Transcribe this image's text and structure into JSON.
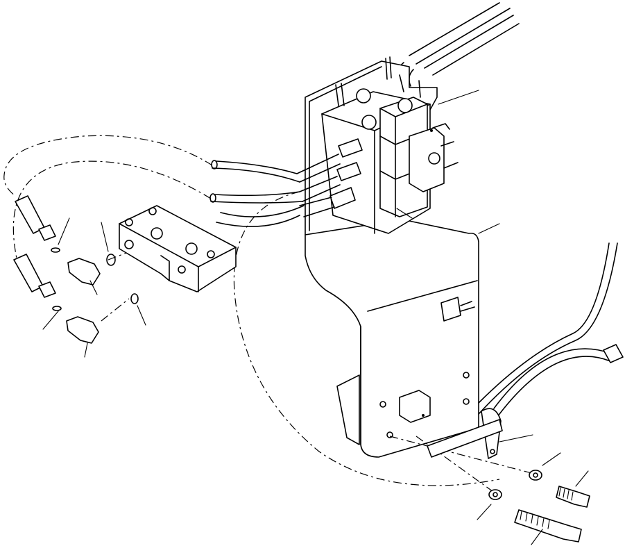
{
  "diagram": {
    "type": "exploded-parts-illustration",
    "background": "#ffffff",
    "line_color": "#000000",
    "text_labels": [],
    "leader_line_count": 14,
    "parts": [
      "valve-block",
      "valve-mounting-bracket",
      "manifold-block",
      "hydraulic-hoses",
      "elbow-fittings",
      "o-rings",
      "hose-clamp",
      "washers",
      "bolts"
    ]
  }
}
